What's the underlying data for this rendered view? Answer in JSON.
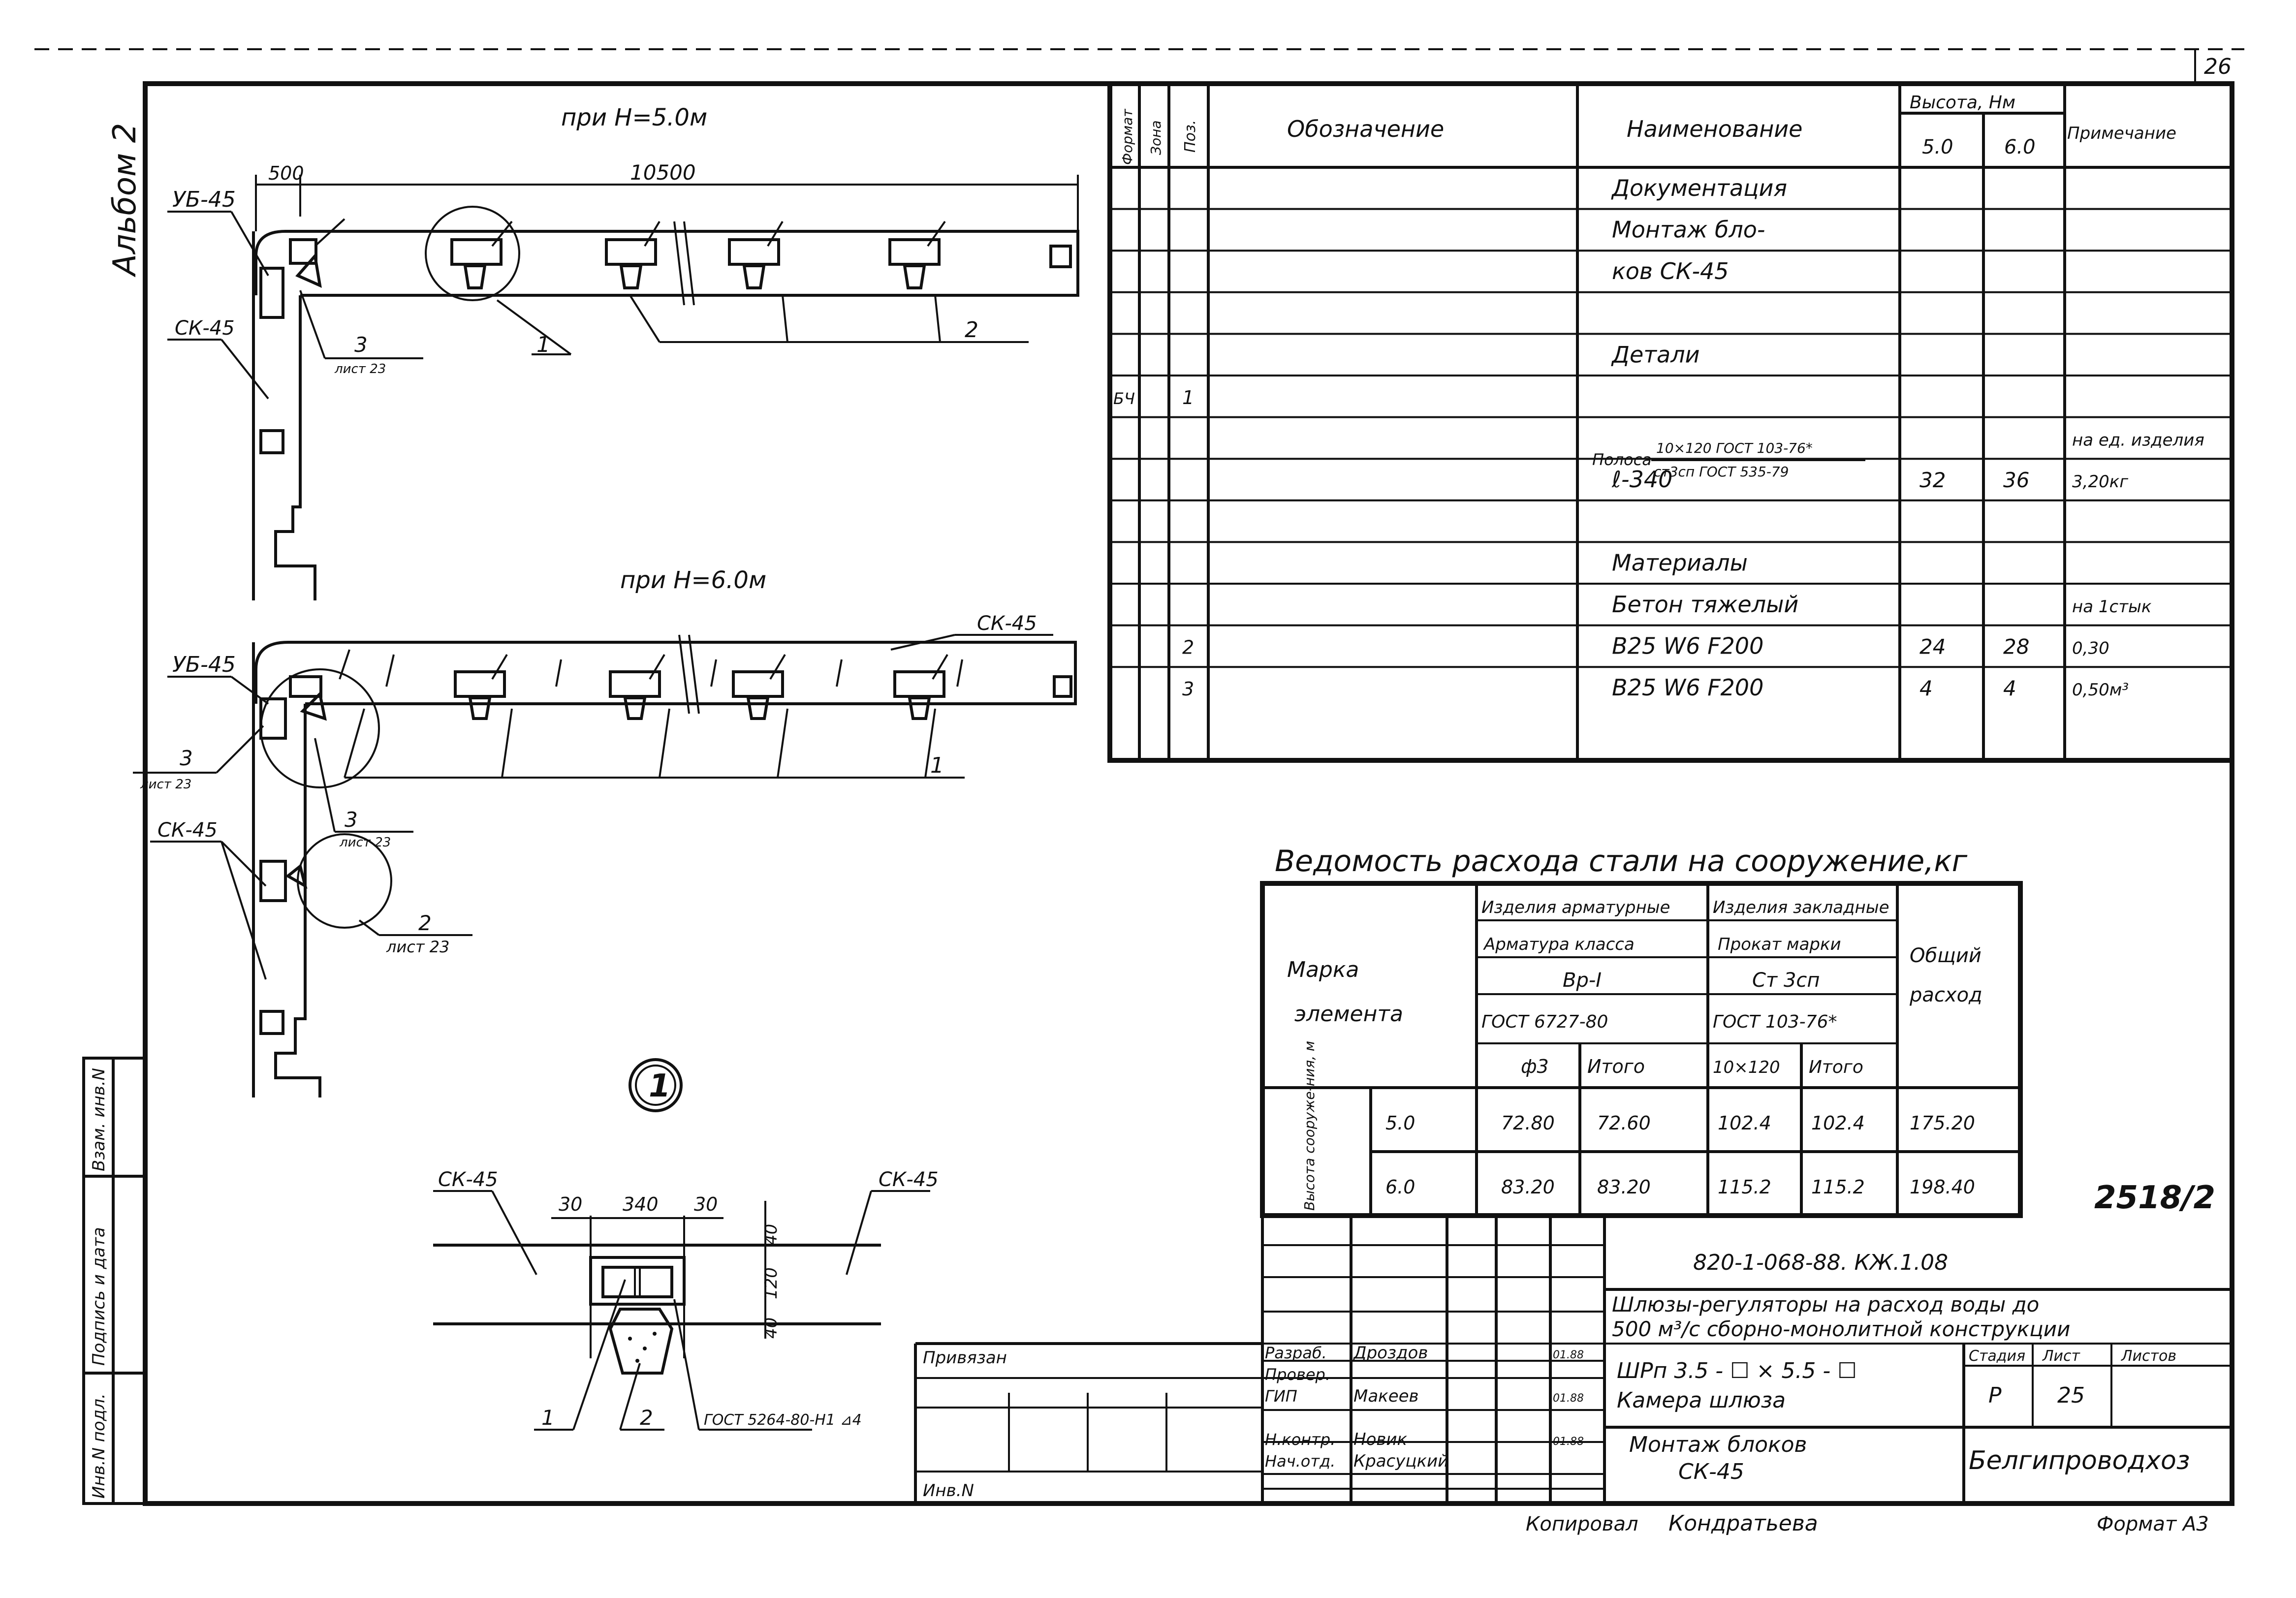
{
  "sheet": {
    "page_number": "26",
    "album_label": "Альбом 2",
    "drawing_code": "820-1-068-88. КЖ.1.08",
    "corner_code": "2518/2",
    "copied_by": "Копировал",
    "copier_name": "Кондратьева",
    "format": "Формат А3"
  },
  "side_stamp": {
    "inv_podl": "Инв.N подл.",
    "podpis_data": "Подпись и дата",
    "vzam_inv": "Взам. инв.N"
  },
  "drawings": {
    "plan_top_title": "при  Н=5.0м",
    "plan_bottom_title": "при  Н=6.0м",
    "dim_500": "500",
    "dim_10500": "10500",
    "ub45": "УБ-45",
    "sk45": "СК-45",
    "callout_1": "1",
    "callout_2": "2",
    "callout_3": "3",
    "list23": "лист 23",
    "node_mark": "1",
    "detail_dim_30a": "30",
    "detail_dim_340": "340",
    "detail_dim_30b": "30",
    "detail_dim_40a": "40",
    "detail_dim_120": "120",
    "detail_dim_40b": "40",
    "detail_gost": "ГОСТ 5264-80-Н1 ⊿4"
  },
  "spec_table": {
    "headers": {
      "format": "Формат",
      "zona": "Зона",
      "poz": "Поз.",
      "oboznachenie": "Обозначение",
      "naimenovanie": "Наименование",
      "vysota": "Высота, Нм",
      "h50": "5.0",
      "h60": "6.0",
      "primechanie": "Примечание"
    },
    "rows": [
      {
        "fmt": "",
        "poz": "",
        "name": "Документация",
        "h5": "",
        "h6": "",
        "note": ""
      },
      {
        "fmt": "",
        "poz": "",
        "name": "Монтаж  бло-",
        "h5": "",
        "h6": "",
        "note": ""
      },
      {
        "fmt": "",
        "poz": "",
        "name": "ков   СК-45",
        "h5": "",
        "h6": "",
        "note": ""
      },
      {
        "fmt": "",
        "poz": "",
        "name": "",
        "h5": "",
        "h6": "",
        "note": ""
      },
      {
        "fmt": "",
        "poz": "",
        "name": "Детали",
        "h5": "",
        "h6": "",
        "note": ""
      },
      {
        "fmt": "БЧ",
        "poz": "1",
        "name": "",
        "h5": "",
        "h6": "",
        "note": ""
      },
      {
        "fmt": "",
        "poz": "",
        "name": "",
        "h5": "",
        "h6": "",
        "note": "на ед. изделия"
      },
      {
        "fmt": "",
        "poz": "",
        "name": "ℓ-340",
        "h5": "32",
        "h6": "36",
        "note": "3,20кг"
      },
      {
        "fmt": "",
        "poz": "",
        "name": "",
        "h5": "",
        "h6": "",
        "note": ""
      },
      {
        "fmt": "",
        "poz": "",
        "name": "Материалы",
        "h5": "",
        "h6": "",
        "note": ""
      },
      {
        "fmt": "",
        "poz": "",
        "name": "Бетон тяжелый",
        "h5": "",
        "h6": "",
        "note": "на 1стык"
      },
      {
        "fmt": "",
        "poz": "2",
        "name": "В25 W6  F200",
        "h5": "24",
        "h6": "28",
        "note": "0,30"
      },
      {
        "fmt": "",
        "poz": "3",
        "name": "В25 W6  F200",
        "h5": "4",
        "h6": "4",
        "note": "0,50м³"
      }
    ],
    "polosa_label": "Полоса",
    "polosa_top": "10×120 ГОСТ 103-76*",
    "polosa_bottom": "ст3сп ГОСТ 535-79"
  },
  "steel_table": {
    "title": "Ведомость расхода стали на сооружение,кг",
    "marka": "Марка",
    "elementa": "элемента",
    "izd_arm": "Изделия арматурные",
    "arm_klassa": "Арматура класса",
    "vp1": "Вр-I",
    "gost6727": "ГОСТ 6727-80",
    "f3": "ф3",
    "itogo1": "Итого",
    "izd_zakl": "Изделия закладные",
    "prokat": "Прокат марки",
    "st3sp": "Ст 3сп",
    "gost103": "ГОСТ 103-76*",
    "s10x120": "10×120",
    "itogo2": "Итого",
    "obshiy": "Общий",
    "rashod": "расход",
    "vysota_label": "Высота сооруже-ния, м",
    "rows": [
      {
        "h": "5.0",
        "f3": "72.80",
        "itogo1": "72.60",
        "s": "102.4",
        "itogo2": "102.4",
        "total": "175.20"
      },
      {
        "h": "6.0",
        "f3": "83.20",
        "itogo1": "83.20",
        "s": "115.2",
        "itogo2": "115.2",
        "total": "198.40"
      }
    ]
  },
  "title_block": {
    "privyazan": "Привязан",
    "inv_n": "Инв.N",
    "roles": [
      {
        "role": "Разраб.",
        "name": "Дроздов",
        "date": "01.88"
      },
      {
        "role": "Провер.",
        "name": "",
        "date": ""
      },
      {
        "role": "ГИП",
        "name": "Макеев",
        "date": "01.88"
      },
      {
        "role": "",
        "name": "",
        "date": ""
      },
      {
        "role": "Н.контр.",
        "name": "Новик",
        "date": "01.88"
      },
      {
        "role": "Нач.отд.",
        "name": "Красуцкий",
        "date": ""
      }
    ],
    "project_title_1": "Шлюзы-регуляторы на расход воды до",
    "project_title_2": "500 м³/с сборно-монолитной конструкции",
    "object_1": "ШРп 3.5 - ☐ × 5.5 - ☐",
    "object_2": "Камера шлюза",
    "sheet_title_1": "Монтаж блоков",
    "sheet_title_2": "СК-45",
    "stadiya_label": "Стадия",
    "list_label": "Лист",
    "listov_label": "Листов",
    "stadiya": "Р",
    "list": "25",
    "listov": "",
    "org": "Белгипроводхоз"
  }
}
